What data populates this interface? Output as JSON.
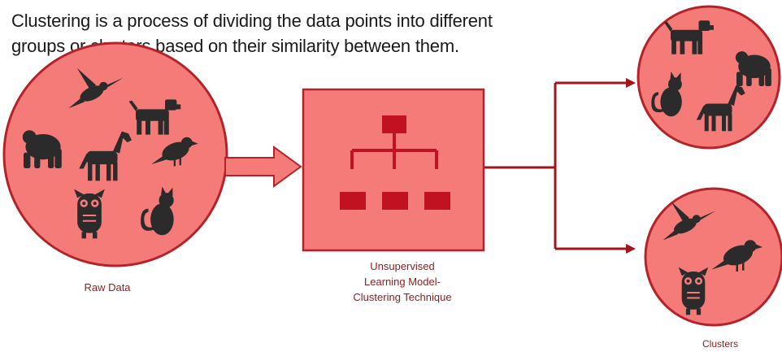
{
  "headline": {
    "line1": "Clustering is a process of dividing the data points into different",
    "line2": "groups or clusters based on their similarity between them."
  },
  "labels": {
    "raw_data": "Raw Data",
    "model_line1": "Unsupervised",
    "model_line2": "Learning Model-",
    "model_line3": "Clustering Technique",
    "clusters": "Clusters"
  },
  "colors": {
    "circle_fill": "#f47b78",
    "circle_stroke": "#b4232a",
    "box_fill": "#f47b78",
    "box_stroke": "#b4232a",
    "accent": "#c1121f",
    "connector": "#a3151b",
    "icon": "#2b2b2b",
    "caption": "#8e1d1d"
  },
  "icons": {
    "raw_data": [
      "hummingbird-icon",
      "dog-icon",
      "gorilla-icon",
      "horse-icon",
      "bird-icon",
      "owl-icon",
      "cat-icon"
    ],
    "cluster_mammals": [
      "dog-icon",
      "cat-icon",
      "gorilla-icon",
      "horse-icon"
    ],
    "cluster_birds": [
      "hummingbird-icon",
      "bird-icon",
      "owl-icon"
    ],
    "model": "hierarchy-icon"
  }
}
